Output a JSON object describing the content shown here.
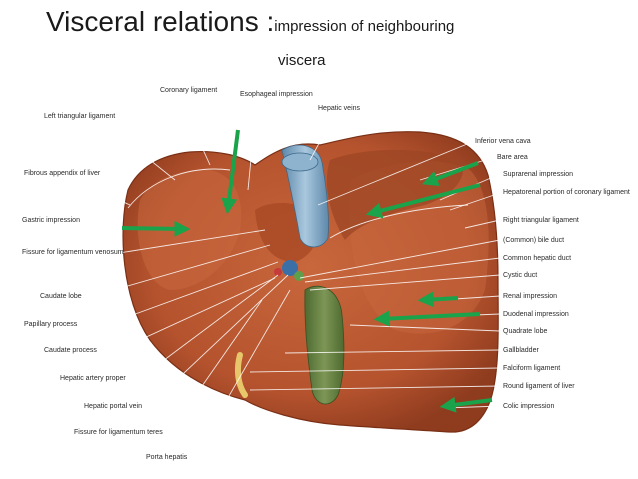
{
  "title": {
    "main": "Visceral relations :",
    "sub": "impression of neighbouring",
    "line2": "viscera"
  },
  "colors": {
    "liver": "#b5532e",
    "liver_dark": "#8e3b1e",
    "gallbladder": "#5f7a3e",
    "vena_cava": "#7fa6c4",
    "arrow": "#1aa34a"
  },
  "labels_left": [
    "Left triangular ligament",
    "Fibrous appendix of liver",
    "Gastric impression",
    "Fissure for ligamentum venosum",
    "Caudate lobe",
    "Papillary process",
    "Caudate process",
    "Hepatic artery proper",
    "Hepatic portal vein",
    "Fissure for ligamentum teres",
    "Porta hepatis"
  ],
  "labels_top": [
    "Coronary ligament",
    "Esophageal impression",
    "Hepatic veins"
  ],
  "labels_right": [
    "Inferior vena cava",
    "Bare area",
    "Suprarenal impression",
    "Hepatorenal portion of coronary ligament",
    "Right triangular ligament",
    "(Common) bile duct",
    "Common hepatic duct",
    "Cystic duct",
    "Renal impression",
    "Duodenal impression",
    "Quadrate lobe",
    "Gallbladder",
    "Falciform ligament",
    "Round ligament of liver",
    "Colic impression"
  ]
}
